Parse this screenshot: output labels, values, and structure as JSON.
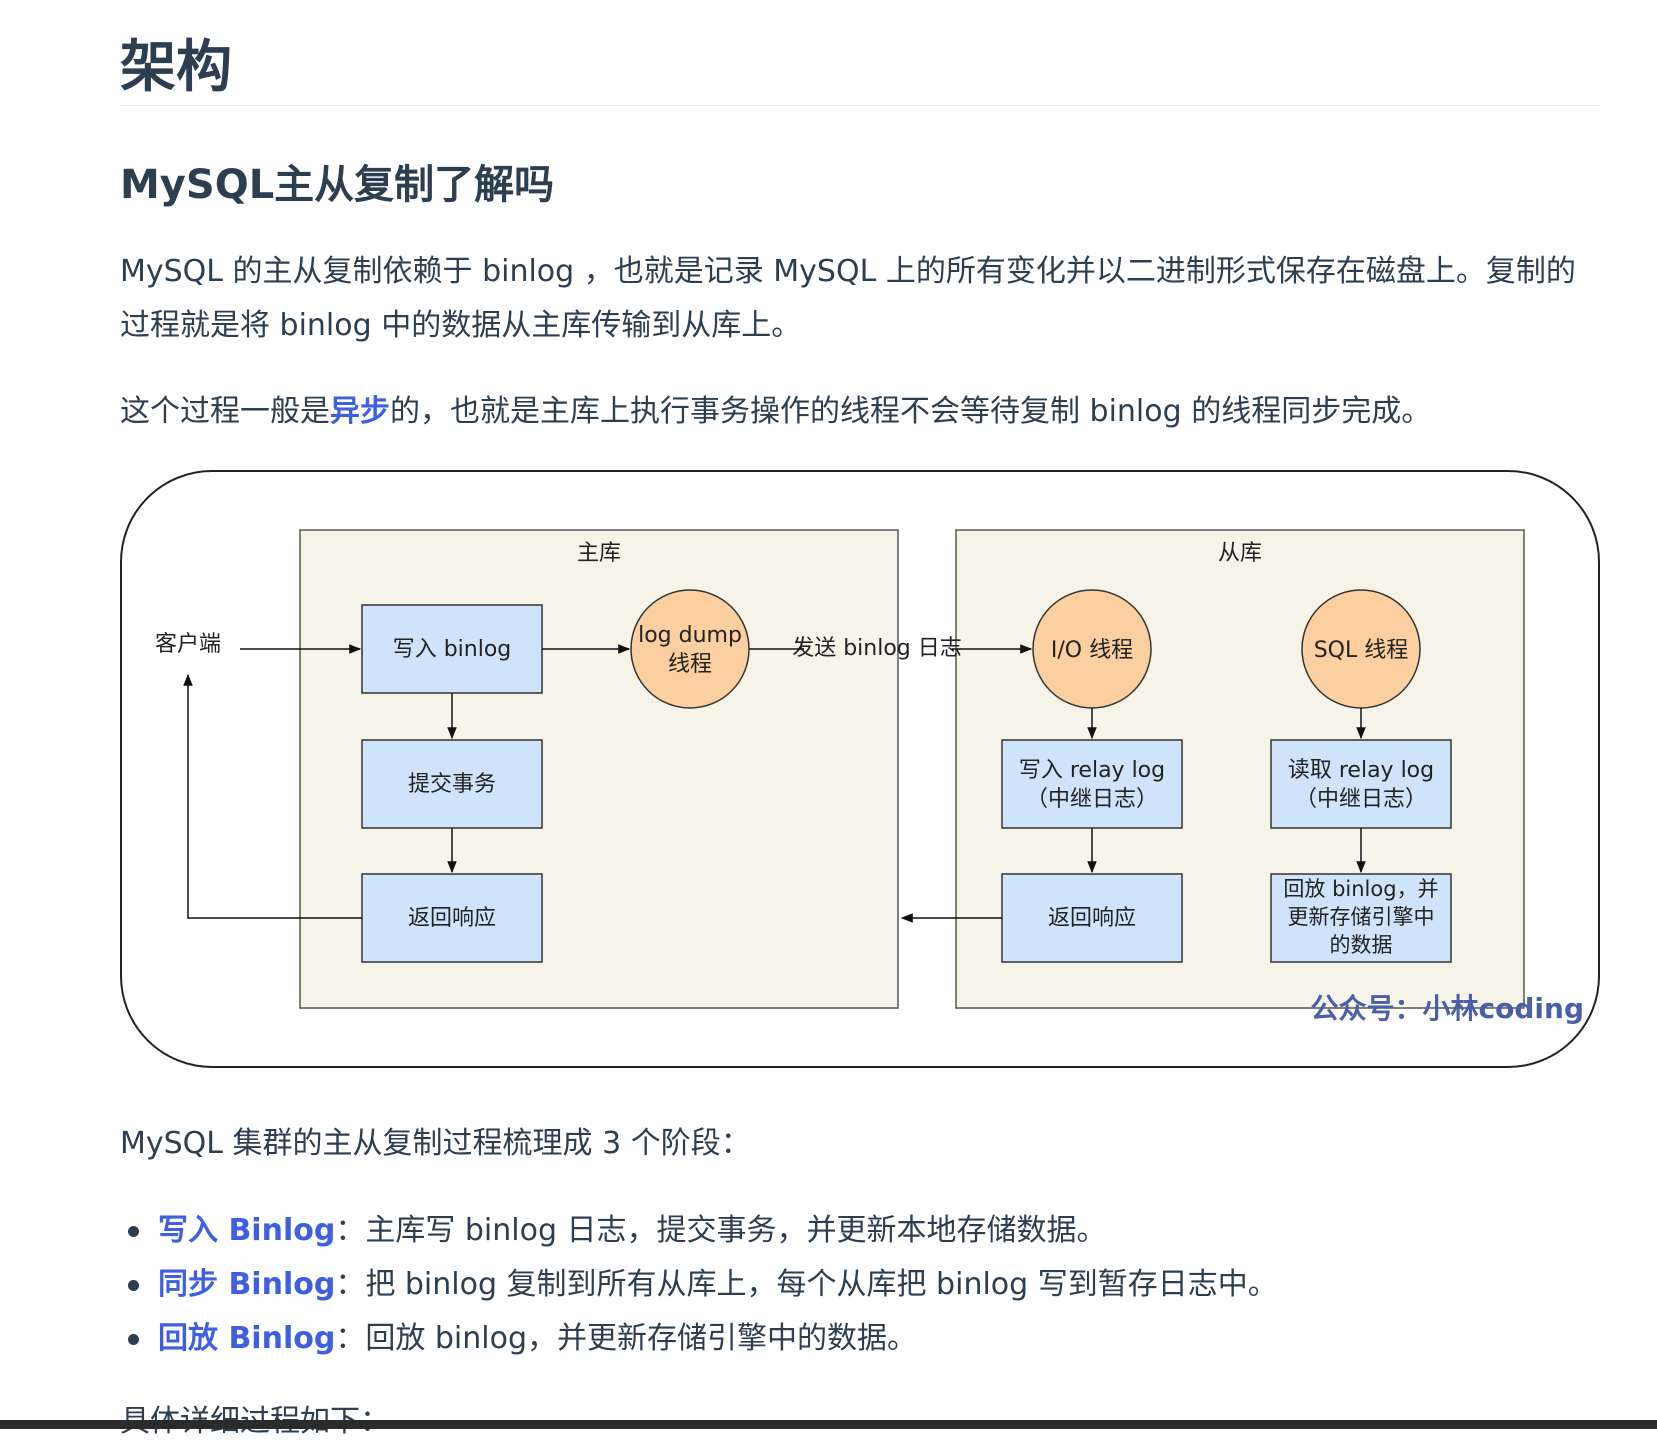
{
  "heading": "架构",
  "subheading": "MySQL主从复制了解吗",
  "para1": "MySQL 的主从复制依赖于 binlog ，也就是记录 MySQL 上的所有变化并以二进制形式保存在磁盘上。复制的过程就是将 binlog 中的数据从主库传输到从库上。",
  "para2": {
    "before": "这个过程一般是",
    "highlight": "异步",
    "after": "的，也就是主库上执行事务操作的线程不会等待复制 binlog 的线程同步完成。"
  },
  "diagram": {
    "master_title": "主库",
    "slave_title": "从库",
    "client": "客户端",
    "write_binlog": "写入 binlog",
    "commit_tx": "提交事务",
    "master_response": "返回响应",
    "dump_thread_line1": "log dump",
    "dump_thread_line2": "线程",
    "send_label": "发送 binlog 日志",
    "io_thread": "I/O 线程",
    "sql_thread": "SQL 线程",
    "write_relay_line1": "写入  relay log",
    "write_relay_line2": "（中继日志）",
    "read_relay_line1": "读取  relay log",
    "read_relay_line2": "（中继日志）",
    "slave_response": "返回响应",
    "replay_line1": "回放 binlog，并",
    "replay_line2": "更新存储引擎中",
    "replay_line3": "的数据",
    "watermark": "公众号：小林coding"
  },
  "para3": "MySQL 集群的主从复制过程梳理成 3 个阶段：",
  "stages": [
    {
      "label": "写入 Binlog",
      "text": "：主库写 binlog 日志，提交事务，并更新本地存储数据。"
    },
    {
      "label": "同步 Binlog",
      "text": "：把 binlog 复制到所有从库上，每个从库把 binlog 写到暂存日志中。"
    },
    {
      "label": "回放 Binlog",
      "text": "：回放 binlog，并更新存储引擎中的数据。"
    }
  ],
  "cut_text": "具体详细过程如下：",
  "colors": {
    "heading": "#2c3e50",
    "accent": "#3e5fe0",
    "box_fill": "#cfe3fb",
    "zone_fill": "#f6f3e8",
    "thread_fill": "#fbcf9f",
    "watermark": "#4b5fa8"
  }
}
